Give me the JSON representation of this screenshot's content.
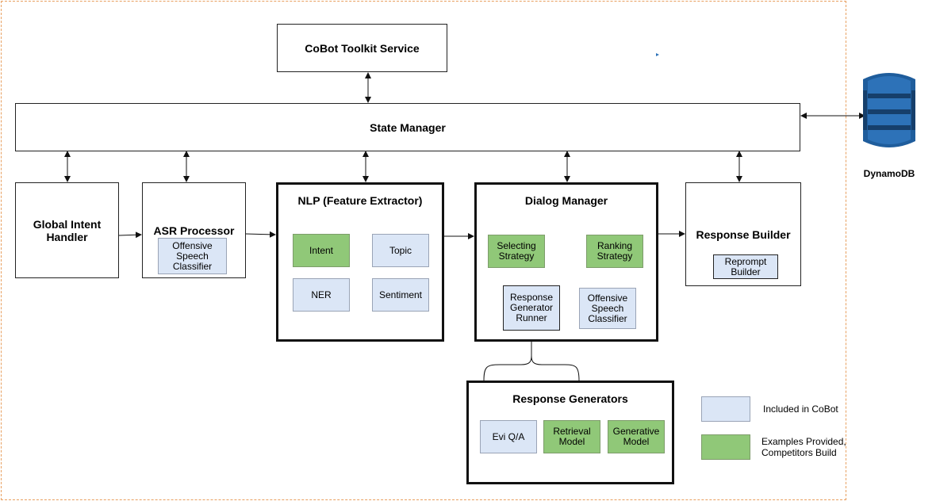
{
  "nodes": {
    "cobot_toolkit": "CoBot Toolkit Service",
    "state_manager": "State Manager",
    "dynamodb": "DynamoDB",
    "global_intent": "Global Intent Handler",
    "asr_processor": "ASR Processor",
    "asr_offensive": "Offensive Speech Classifier",
    "nlp": "NLP (Feature Extractor)",
    "nlp_intent": "Intent",
    "nlp_topic": "Topic",
    "nlp_ner": "NER",
    "nlp_sentiment": "Sentiment",
    "dialog_manager": "Dialog Manager",
    "selecting_strategy": "Selecting Strategy",
    "ranking_strategy": "Ranking Strategy",
    "rg_runner": "Response Generator Runner",
    "dm_offensive": "Offensive Speech Classifier",
    "response_builder": "Response Builder",
    "reprompt_builder": "Reprompt Builder",
    "response_generators": "Response Generators",
    "evi_qa": "Evi Q/A",
    "retrieval_model": "Retrieval Model",
    "generative_model": "Generative Model"
  },
  "legend": {
    "included": "Included in CoBot",
    "examples": "Examples Provided, Competitors Build"
  },
  "colors": {
    "included_fill": "#dbe6f6",
    "example_fill": "#90c878",
    "db_blue": "#2d72b8",
    "frame": "#e8a060"
  }
}
